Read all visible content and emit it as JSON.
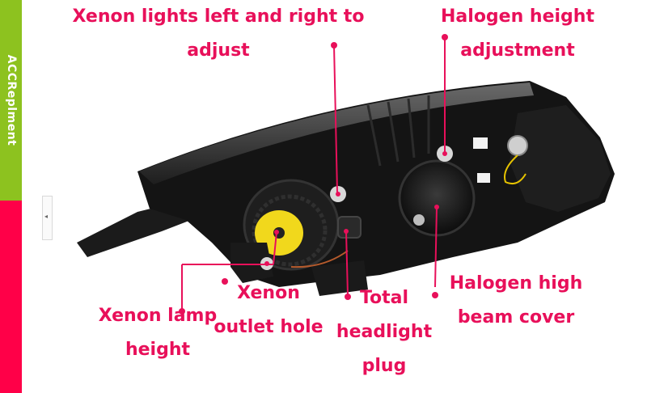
{
  "sidebar": {
    "label": "ACCReplment",
    "colors": {
      "top": "#8dc21f",
      "bottom": "#ff0048"
    }
  },
  "collapse_handle": {
    "glyph": "◂"
  },
  "callouts": {
    "xenon_adjust": {
      "line1": "Xenon lights left and right to",
      "line2": "adjust"
    },
    "halogen_height": {
      "line1": "Halogen height",
      "line2": "adjustment"
    },
    "xenon_lamp_height": {
      "line1": "Xenon lamp",
      "line2": "height"
    },
    "xenon_outlet": {
      "line1": "Xenon",
      "line2": "outlet hole"
    },
    "total_plug": {
      "line1": "Total",
      "line2": "headlight",
      "line3": "plug"
    },
    "halogen_high_beam": {
      "line1": "Halogen high",
      "line2": "beam cover"
    }
  },
  "colors": {
    "callout_text": "#e8105a",
    "marker": "#e8105a",
    "headlight_body": "#141414"
  }
}
